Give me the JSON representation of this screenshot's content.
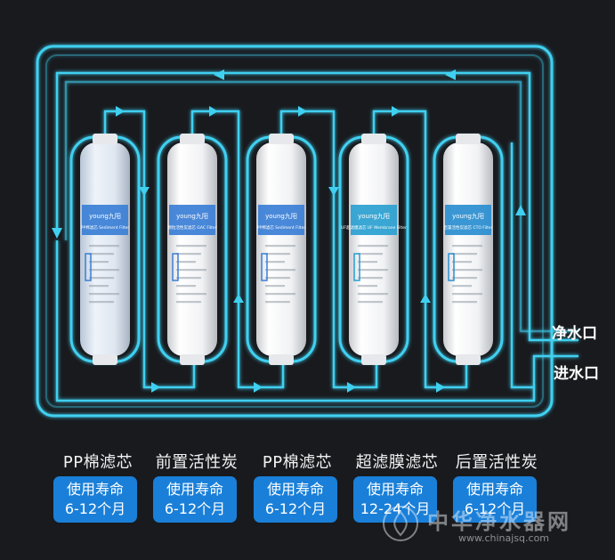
{
  "ports": {
    "outlet": "净水口",
    "inlet": "进水口"
  },
  "filters": [
    {
      "name": "PP棉滤芯",
      "life_line1": "使用寿命",
      "life_line2": "6-12个月",
      "brand": "young九阳",
      "sub": "PP棉滤芯 Sediment Filter",
      "accent": "#3b7fd6"
    },
    {
      "name": "前置活性炭",
      "life_line1": "使用寿命",
      "life_line2": "6-12个月",
      "brand": "young九阳",
      "sub": "颗粒活性炭滤芯 GAC Filter",
      "accent": "#3b7fd6"
    },
    {
      "name": "PP棉滤芯",
      "life_line1": "使用寿命",
      "life_line2": "6-12个月",
      "brand": "young九阳",
      "sub": "PP棉滤芯 Sediment Filter",
      "accent": "#3b7fd6"
    },
    {
      "name": "超滤膜滤芯",
      "life_line1": "使用寿命",
      "life_line2": "12-24个月",
      "brand": "young九阳",
      "sub": "UF超滤膜滤芯 UF Membrane Filter",
      "accent": "#2a9fd0"
    },
    {
      "name": "后置活性炭",
      "life_line1": "使用寿命",
      "life_line2": "6-12个月",
      "brand": "young九阳",
      "sub": "后置活性炭滤芯 CTO Filter",
      "accent": "#2a8ed0"
    }
  ],
  "watermark": {
    "text": "中华净水器网",
    "url": "www.chinajsq.com"
  },
  "colors": {
    "pipe": "#3fd0f0",
    "badge": "#1a7fd8",
    "background": "#181a1e"
  }
}
